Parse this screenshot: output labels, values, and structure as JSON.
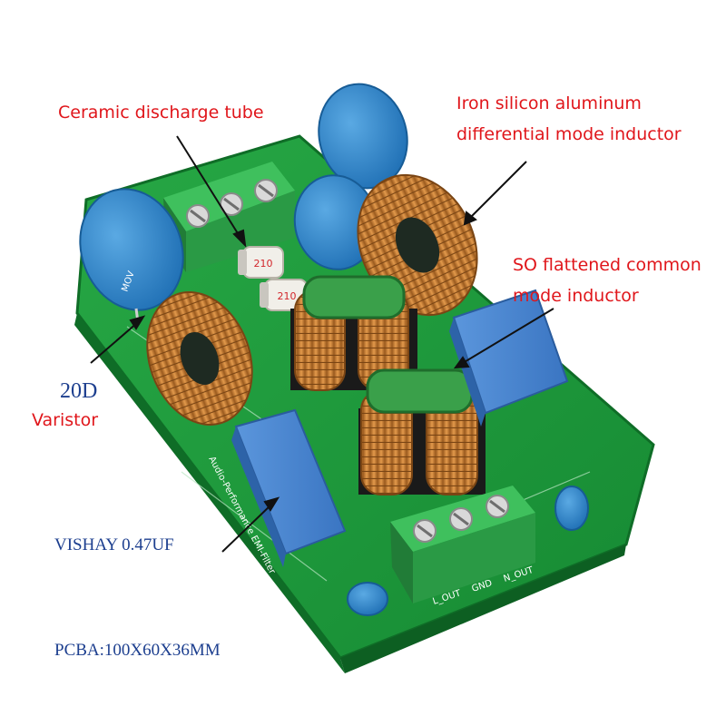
{
  "callouts": {
    "ceramic_tube": "Ceramic discharge tube",
    "iron_inductor_line1": "Iron silicon aluminum",
    "iron_inductor_line2": "differential mode inductor",
    "so_inductor_line1": "SO flattened common",
    "so_inductor_line2": "mode inductor",
    "varistor_value": "20D",
    "varistor_label": "Varistor",
    "capacitor": "VISHAY 0.47UF",
    "pcba_size": "PCBA:100X60X36MM"
  },
  "board_silkscreen": {
    "title": "Audio-Performance EMI-Filter",
    "mov": "MOV",
    "out_labels": [
      "L_OUT",
      "GND",
      "N_OUT"
    ],
    "tube_marking": "210"
  },
  "colors": {
    "pcb": "#1f9a3c",
    "varistor": "#2f83c6",
    "copper": "#c7772d",
    "capacitor": "#4a86d0",
    "terminal": "#2fae4f",
    "callout_red": "#e0161b",
    "callout_blue": "#1d3f8f"
  }
}
